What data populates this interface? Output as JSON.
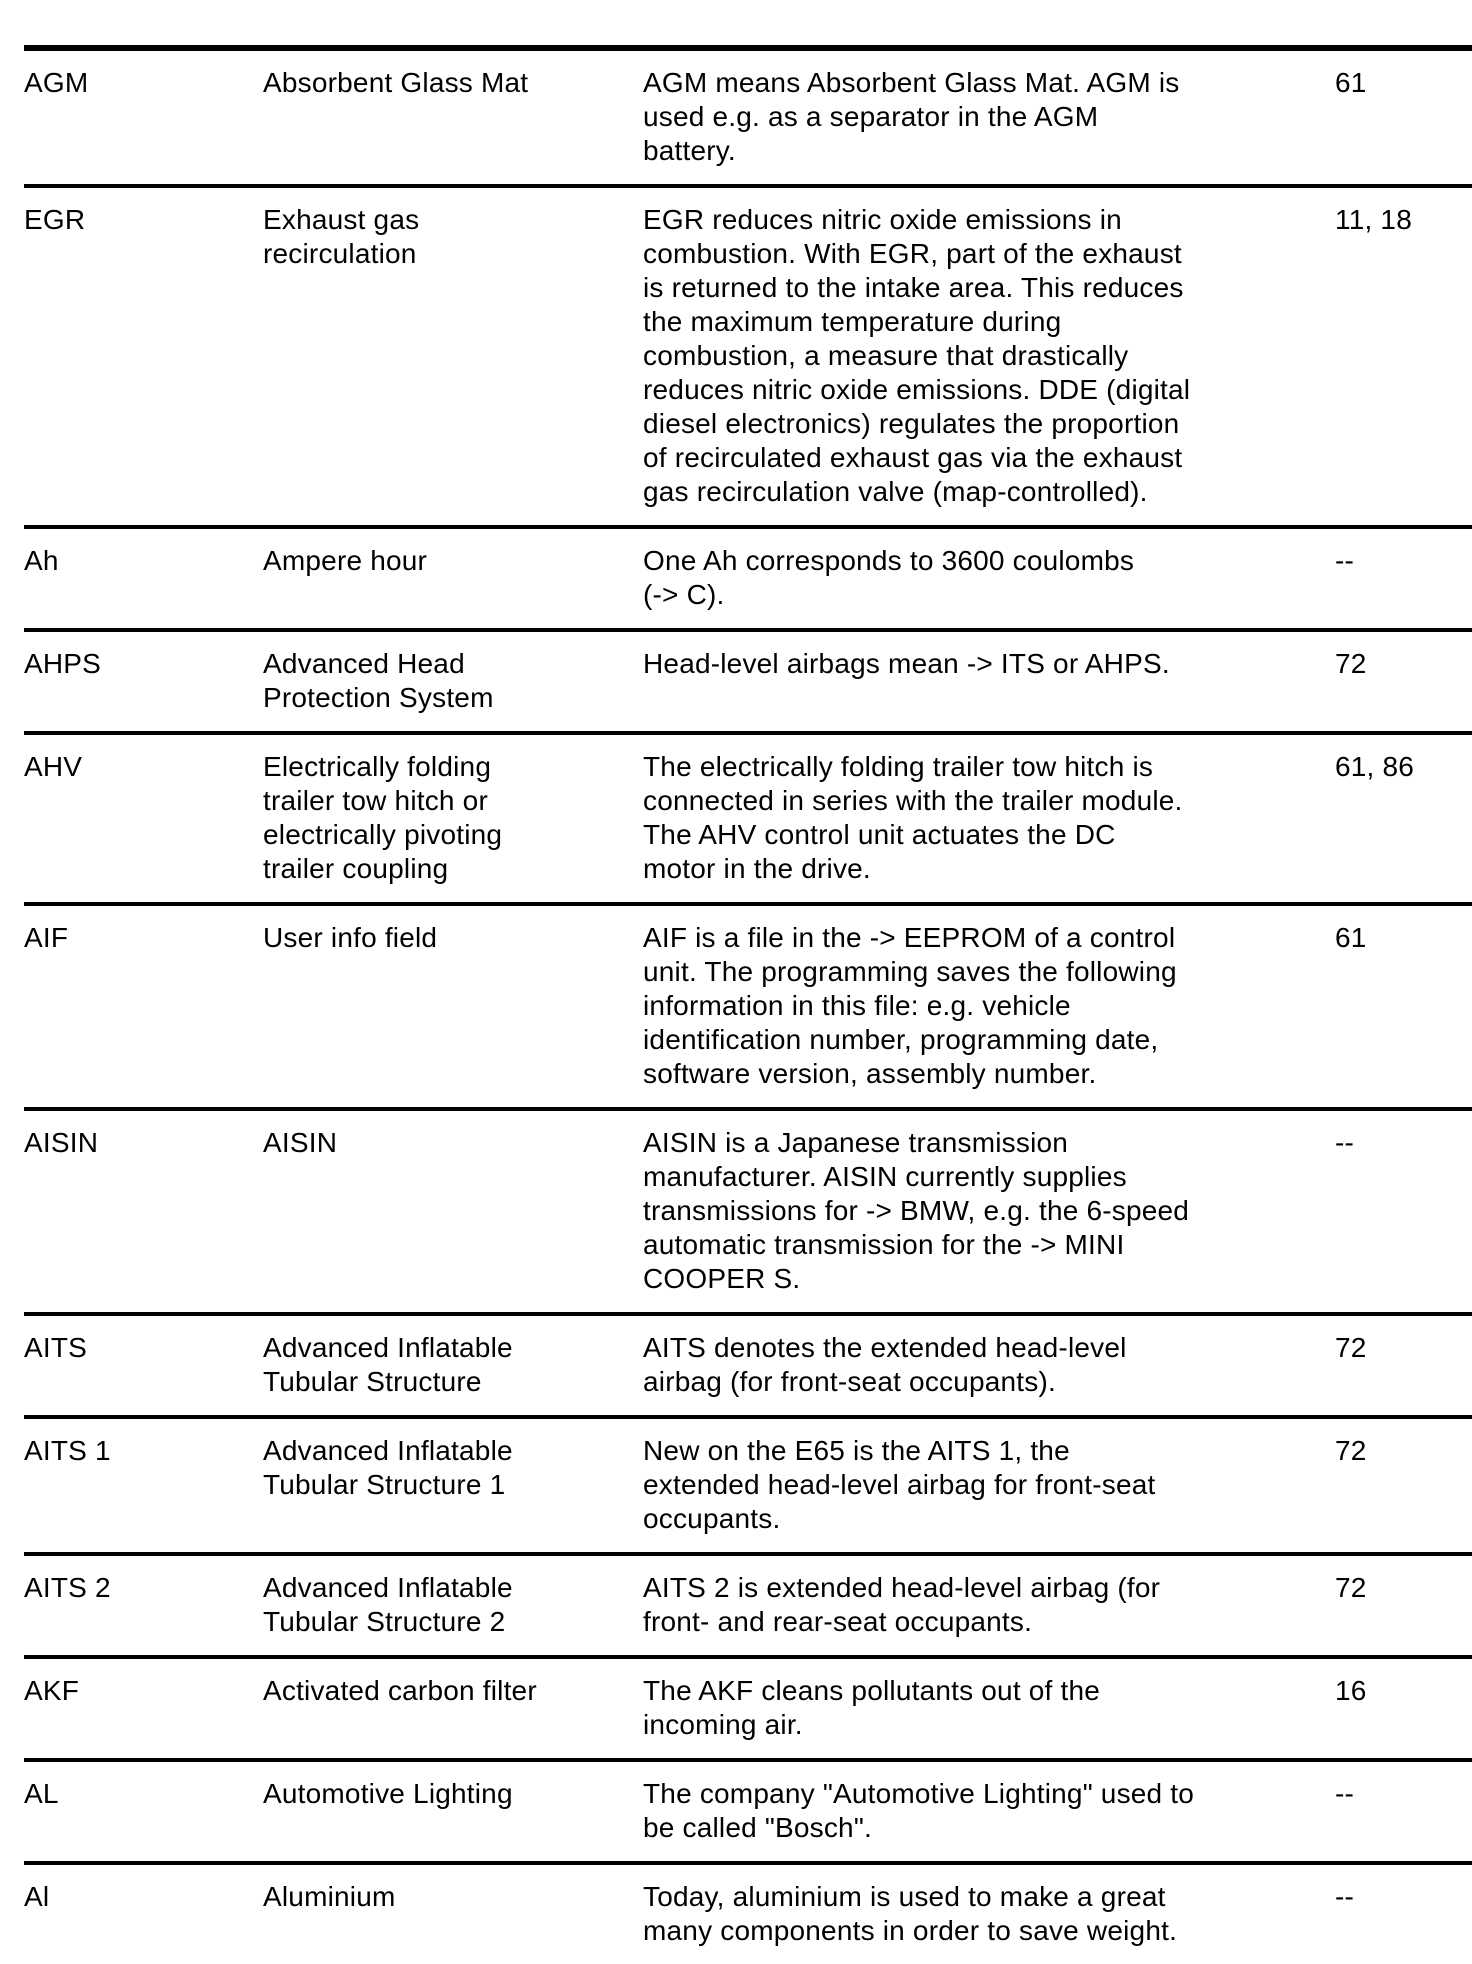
{
  "style": {
    "text_color": "#000000",
    "background_color": "#ffffff",
    "rule_color": "#000000"
  },
  "table": {
    "rows": [
      {
        "abbr": "AGM",
        "term": "Absorbent Glass Mat",
        "desc": "AGM means Absorbent Glass Mat. AGM is\nused e.g. as a separator in the AGM\nbattery.",
        "pages": "61"
      },
      {
        "abbr": "EGR",
        "term": "Exhaust gas\nrecirculation",
        "desc": "EGR reduces nitric oxide emissions in\ncombustion. With EGR, part of the exhaust\nis returned to the intake area. This reduces\nthe maximum temperature during\ncombustion, a measure that drastically\nreduces nitric oxide emissions. DDE (digital\ndiesel electronics) regulates the proportion\nof recirculated exhaust gas via the exhaust\ngas recirculation valve (map-controlled).",
        "pages": "11, 18"
      },
      {
        "abbr": "Ah",
        "term": "Ampere hour",
        "desc": "One Ah corresponds to 3600 coulombs\n(-> C).",
        "pages": "--"
      },
      {
        "abbr": "AHPS",
        "term": "Advanced Head\nProtection System",
        "desc": "Head-level airbags mean -> ITS or AHPS.",
        "pages": "72"
      },
      {
        "abbr": "AHV",
        "term": "Electrically folding\ntrailer tow hitch or\nelectrically pivoting\ntrailer coupling",
        "desc": "The electrically folding trailer tow hitch is\nconnected in series with the trailer module.\nThe AHV control unit actuates the DC\nmotor in the drive.",
        "pages": "61, 86"
      },
      {
        "abbr": "AIF",
        "term": "User info field",
        "desc": "AIF is a file in the -> EEPROM of a control\nunit. The programming saves the following\ninformation in this file: e.g. vehicle\nidentification number, programming date,\nsoftware version, assembly number.",
        "pages": "61"
      },
      {
        "abbr": "AISIN",
        "term": "AISIN",
        "desc": "AISIN is a Japanese transmission\nmanufacturer. AISIN currently supplies\ntransmissions for -> BMW, e.g. the 6-speed\nautomatic transmission for the -> MINI\nCOOPER S.",
        "pages": "--"
      },
      {
        "abbr": "AITS",
        "term": "Advanced Inflatable\nTubular Structure",
        "desc": "AITS denotes the extended head-level\nairbag (for front-seat occupants).",
        "pages": "72"
      },
      {
        "abbr": "AITS 1",
        "term": "Advanced Inflatable\nTubular Structure 1",
        "desc": "New on the E65 is the AITS 1, the\nextended head-level airbag for front-seat\noccupants.",
        "pages": "72"
      },
      {
        "abbr": "AITS 2",
        "term": "Advanced Inflatable\nTubular Structure 2",
        "desc": "AITS 2 is extended head-level airbag (for\nfront- and rear-seat occupants.",
        "pages": "72"
      },
      {
        "abbr": "AKF",
        "term": "Activated carbon filter",
        "desc": "The AKF cleans pollutants out of the\nincoming air.",
        "pages": "16"
      },
      {
        "abbr": "AL",
        "term": "Automotive Lighting",
        "desc": "The company \"Automotive Lighting\" used to\nbe called \"Bosch\".",
        "pages": "--"
      },
      {
        "abbr": "Al",
        "term": "Aluminium",
        "desc": "Today, aluminium is used to make a great\nmany components in order to save weight.",
        "pages": "--"
      }
    ]
  }
}
